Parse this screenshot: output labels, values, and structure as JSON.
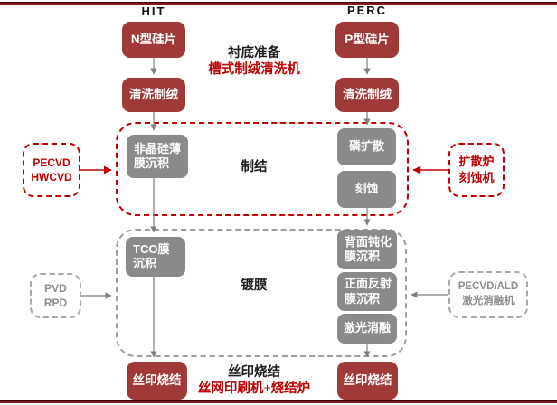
{
  "diagram": {
    "columns": {
      "left": "HIT",
      "right": "PERC"
    },
    "hit": {
      "wafer": "N型硅片",
      "texturing": "清洗制绒",
      "amorphous_deposition": "非晶硅薄\n膜沉积",
      "tco_deposition": "TCO膜\n沉积",
      "printing": "丝印烧结"
    },
    "perc": {
      "wafer": "P型硅片",
      "texturing": "清洗制绒",
      "phosphorus_diffusion": "磷扩散",
      "etching": "刻蚀",
      "back_passivation": "背面钝化\n膜沉积",
      "front_reflection": "正面反射\n膜沉积",
      "laser_ablation": "激光消融",
      "printing": "丝印烧结"
    },
    "stages": {
      "substrate_prep": {
        "label": "衬底准备",
        "equipment": "槽式制绒清洗机"
      },
      "junction": {
        "label": "制结",
        "hit_equipment": "PECVD\nHWCVD",
        "perc_equipment": "扩散炉\n刻蚀机"
      },
      "coating": {
        "label": "镀膜",
        "hit_equipment": "PVD\nRPD",
        "perc_equipment": "PECVD/ALD\n激光消融机"
      },
      "screen_printing": {
        "label": "丝印烧结",
        "equipment": "丝网印刷机+烧结炉"
      }
    },
    "colors": {
      "process_box_red": "#a03a38",
      "equipment_red": "#c00000",
      "process_box_gray": "#8a8a8a",
      "equipment_gray": "#8c8c8c",
      "horizontal_rule": "#8a1517"
    }
  }
}
